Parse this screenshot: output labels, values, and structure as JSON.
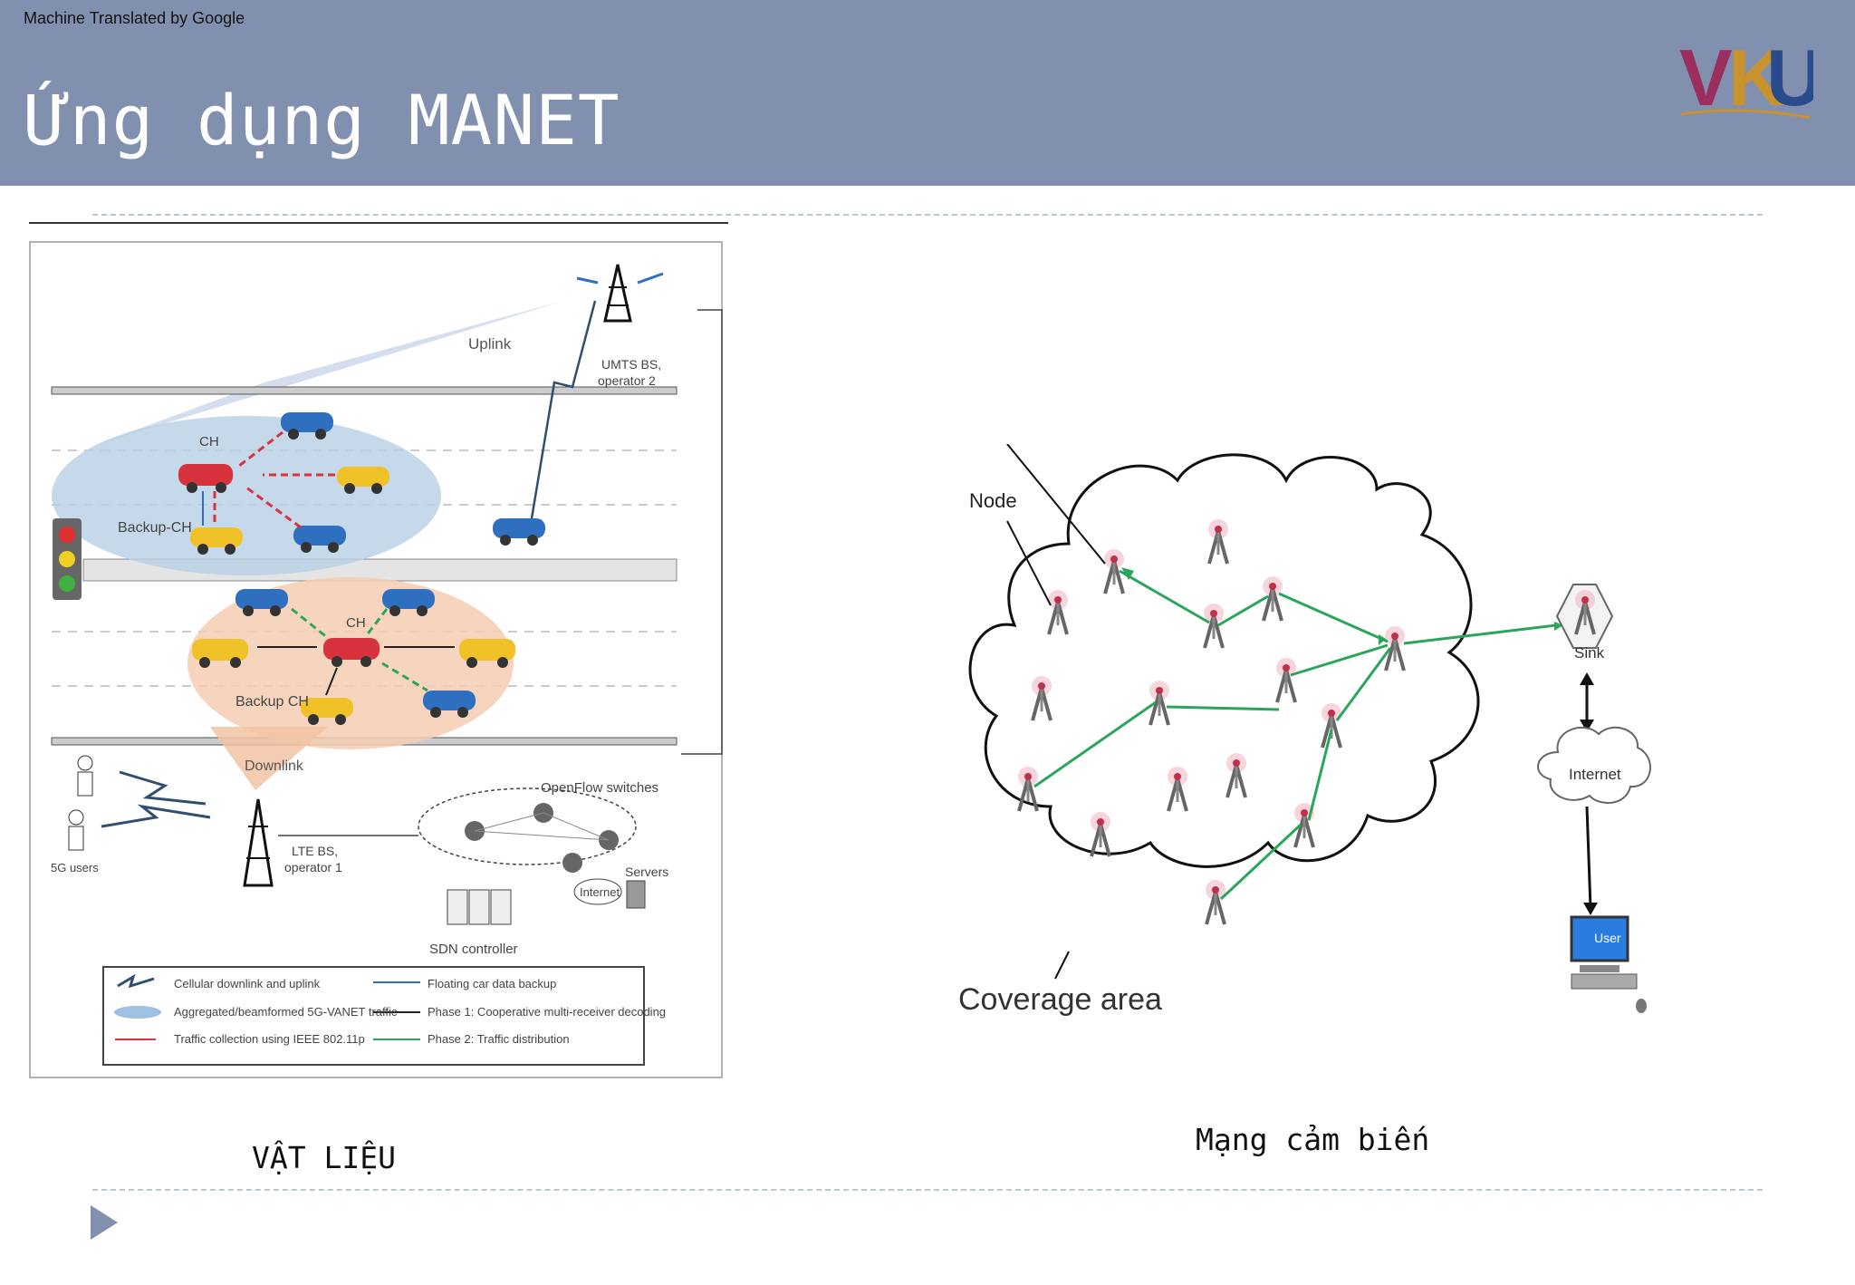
{
  "header": {
    "machine_translated": "Machine Translated by Google",
    "title": "Ứng dụng MANET",
    "logo_text": "VKU"
  },
  "colors": {
    "header_bg": "#8290b0",
    "title_text": "#ffffff",
    "dash_line": "#b9c7cf",
    "arrow_green": "#2aa65a",
    "vanet_red": "#d8323c"
  },
  "left_figure": {
    "uplink": "Uplink",
    "umts_bs": "UMTS BS,",
    "operator2": "operator 2",
    "ch_top": "CH",
    "backup_ch_top": "Backup-CH",
    "ch_bottom": "CH",
    "backup_ch_bottom": "Backup CH",
    "downlink": "Downlink",
    "users_5g": "5G users",
    "lte_bs": "LTE BS,",
    "operator1": "operator 1",
    "openflow": "OpenFlow switches",
    "servers": "Servers",
    "internet": "Internet",
    "sdn": "SDN controller",
    "legend": {
      "cellular": "Cellular downlink and uplink",
      "aggregated": "Aggregated/beamformed 5G-VANET traffic",
      "collection": "Traffic collection using IEEE 802.11p",
      "floating": "Floating car data backup",
      "phase1": "Phase 1: Cooperative multi-receiver decoding",
      "phase2": "Phase 2: Traffic distribution"
    }
  },
  "right_figure": {
    "node": "Node",
    "sink": "Sink",
    "internet": "Internet",
    "user": "User",
    "coverage": "Coverage area"
  },
  "captions": {
    "left": "VẬT LIỆU",
    "right": "Mạng cảm biến"
  }
}
